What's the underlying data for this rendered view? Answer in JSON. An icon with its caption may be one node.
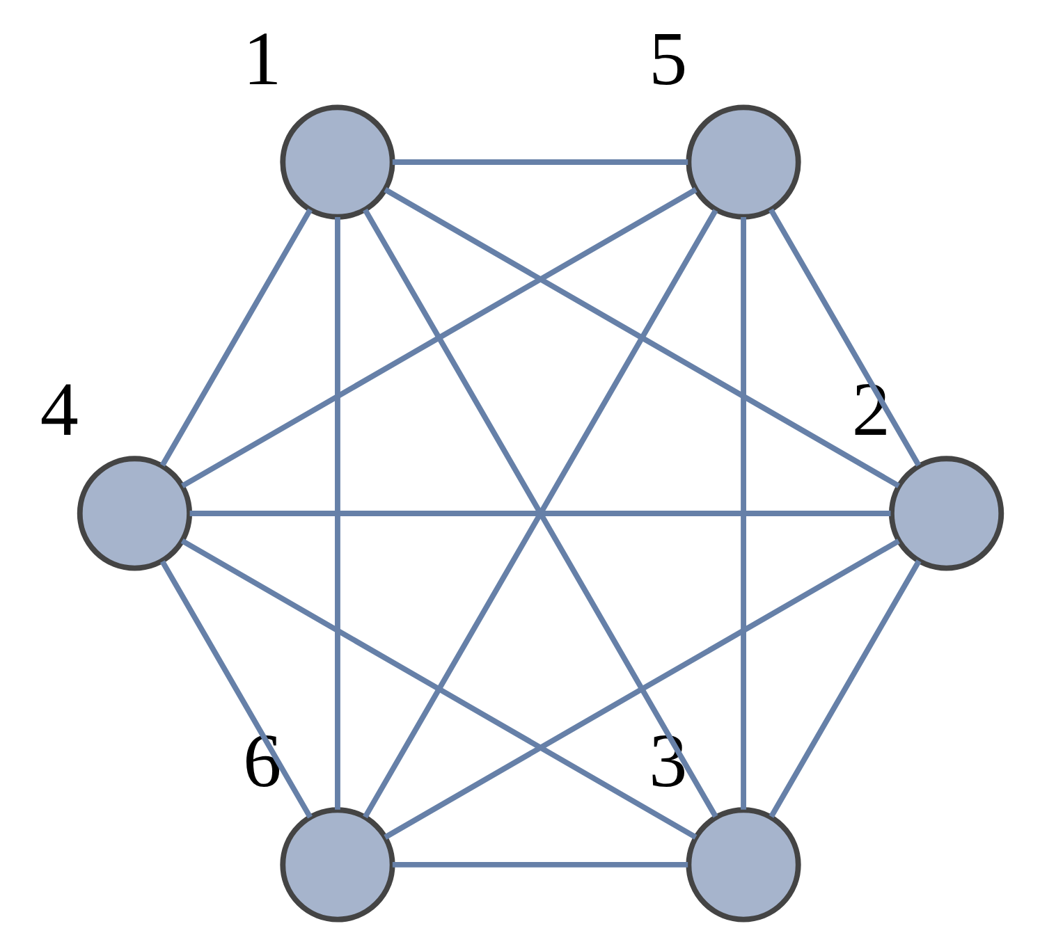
{
  "diagram": {
    "nodes": [
      {
        "text": [],
        "shape": "circle",
        "beside": [
          "3"
        ]
      },
      {
        "text": [],
        "shape": "circle",
        "beside": [
          "2"
        ]
      },
      {
        "text": [],
        "shape": "circle",
        "beside": [
          "4"
        ]
      },
      {
        "text": [],
        "shape": "circle",
        "beside": [
          "1"
        ]
      },
      {
        "text": [],
        "shape": "circle",
        "beside": [
          "5"
        ]
      },
      {
        "text": [],
        "shape": "circle",
        "beside": [
          "6"
        ]
      }
    ],
    "edges": [
      {
        "from": 0,
        "to": 1,
        "arrow": "none"
      },
      {
        "from": 0,
        "to": 3,
        "arrow": "none"
      },
      {
        "from": 0,
        "to": 5,
        "arrow": "none"
      },
      {
        "from": 0,
        "to": 4,
        "arrow": "none"
      },
      {
        "from": 0,
        "to": 2,
        "arrow": "none"
      },
      {
        "from": 1,
        "to": 2,
        "arrow": "none"
      },
      {
        "from": 1,
        "to": 4,
        "arrow": "none"
      },
      {
        "from": 1,
        "to": 5,
        "arrow": "none"
      },
      {
        "from": 1,
        "to": 3,
        "arrow": "none"
      },
      {
        "from": 2,
        "to": 3,
        "arrow": "none"
      },
      {
        "from": 2,
        "to": 5,
        "arrow": "none"
      },
      {
        "from": 2,
        "to": 4,
        "arrow": "none"
      },
      {
        "from": 4,
        "to": 5,
        "arrow": "none"
      },
      {
        "from": 4,
        "to": 3,
        "arrow": "none"
      },
      {
        "from": 5,
        "to": 3,
        "arrow": "none"
      }
    ]
  }
}
